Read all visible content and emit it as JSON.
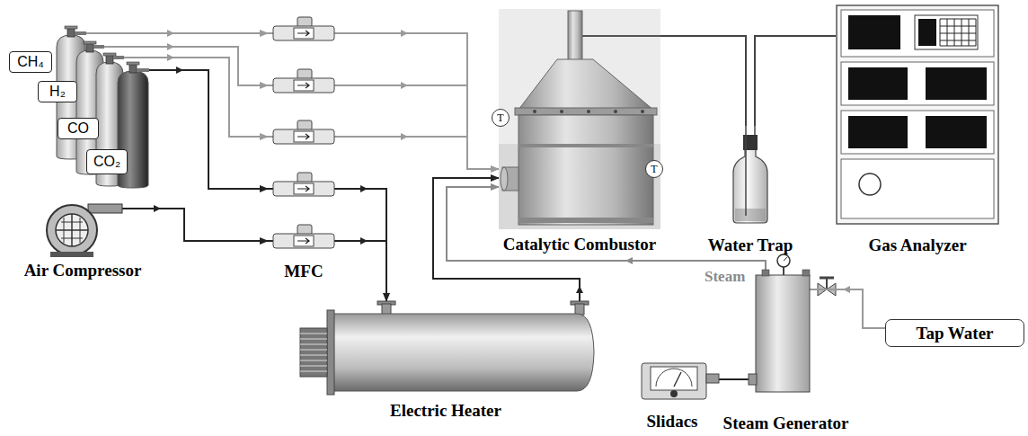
{
  "diagram": {
    "nodes": [
      {
        "text": [
          "CH₄"
        ]
      },
      {
        "text": [
          "H₂"
        ]
      },
      {
        "text": [
          "CO"
        ]
      },
      {
        "text": [
          "CO₂"
        ]
      },
      {
        "text": [
          "Air Compressor"
        ]
      },
      {
        "text": [
          "MFC"
        ]
      },
      {
        "text": [
          "Catalytic Combustor"
        ]
      },
      {
        "text": [
          "T"
        ],
        "in": 6
      },
      {
        "text": [
          "T"
        ],
        "in": 6
      },
      {
        "text": [
          "Water Trap"
        ]
      },
      {
        "text": [
          "Gas Analyzer"
        ]
      },
      {
        "text": [
          "Electric Heater"
        ]
      },
      {
        "text": [
          "Slidacs"
        ]
      },
      {
        "text": [
          "Steam Generator"
        ]
      },
      {
        "text": [
          "Tap Water"
        ]
      }
    ],
    "edges": [
      {
        "from": 0,
        "to": 5,
        "arrow": "to"
      },
      {
        "from": 1,
        "to": 5,
        "arrow": "to"
      },
      {
        "from": 2,
        "to": 5,
        "arrow": "to"
      },
      {
        "from": 3,
        "to": 5,
        "arrow": "to"
      },
      {
        "from": 4,
        "to": 5,
        "arrow": "to"
      },
      {
        "from": 5,
        "to": 6,
        "arrow": "to"
      },
      {
        "from": 5,
        "to": 11,
        "arrow": "to"
      },
      {
        "from": 11,
        "to": 6,
        "arrow": "to"
      },
      {
        "from": 13,
        "to": 6,
        "label": "Steam",
        "arrow": "to"
      },
      {
        "from": 14,
        "to": 13,
        "arrow": "to"
      },
      {
        "from": 12,
        "to": 13,
        "arrow": "none"
      },
      {
        "from": 6,
        "to": 9,
        "arrow": "none"
      },
      {
        "from": 9,
        "to": 10,
        "arrow": "none"
      }
    ]
  }
}
